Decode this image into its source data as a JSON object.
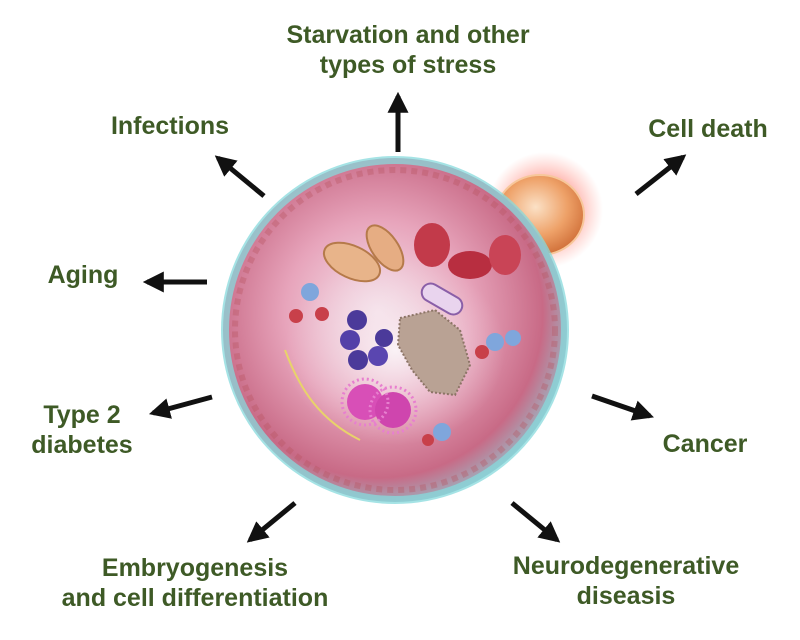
{
  "labels": {
    "starvation": [
      "Starvation and other",
      "types of stress"
    ],
    "infections": [
      "Infections"
    ],
    "cell_death": [
      "Cell death"
    ],
    "aging": [
      "Aging"
    ],
    "type2": [
      "Type 2",
      "diabetes"
    ],
    "cancer": [
      "Cancer"
    ],
    "embryo": [
      "Embryogenesis",
      "and cell differentiation"
    ],
    "neuro": [
      "Neurodegenerative",
      "diseasis"
    ]
  },
  "colors": {
    "label_text": "#3e5a26",
    "arrow": "#111111",
    "membrane": "#7fd6d8",
    "cytoplasm": "#d98a9e",
    "bleb": "#e89a5a",
    "glow": "#e0302a"
  }
}
